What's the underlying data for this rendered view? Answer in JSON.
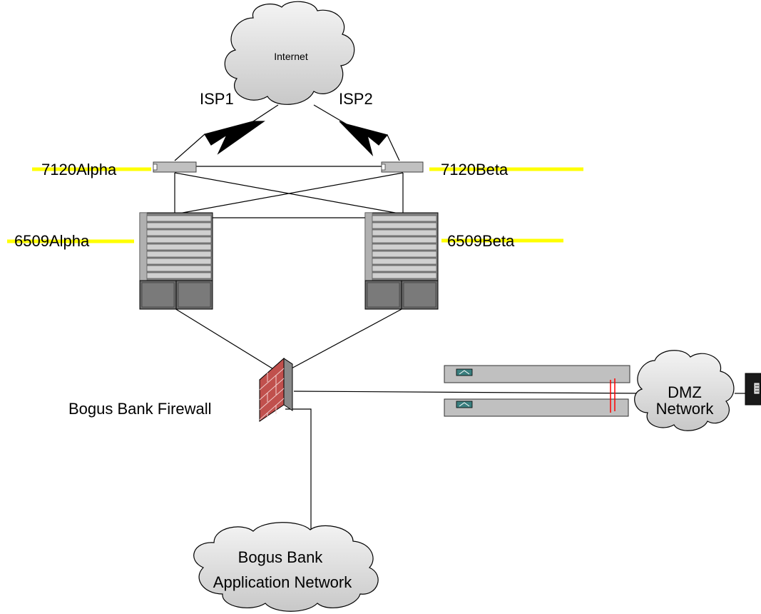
{
  "clouds": {
    "internet": "Internet",
    "dmz_line1": "DMZ",
    "dmz_line2": "Network",
    "app_line1": "Bogus Bank",
    "app_line2": "Application Network"
  },
  "links": {
    "isp1": "ISP1",
    "isp2": "ISP2"
  },
  "devices": {
    "router_alpha": "7120Alpha",
    "router_beta": "7120Beta",
    "switch_alpha": "6509Alpha",
    "switch_beta": "6509Beta",
    "firewall": "Bogus Bank Firewall"
  },
  "colors": {
    "highlight": "#ffff00",
    "firewall_brick": "#c0504d",
    "device_gray": "#c0c0c0",
    "dmz_redline": "#ff0000"
  }
}
